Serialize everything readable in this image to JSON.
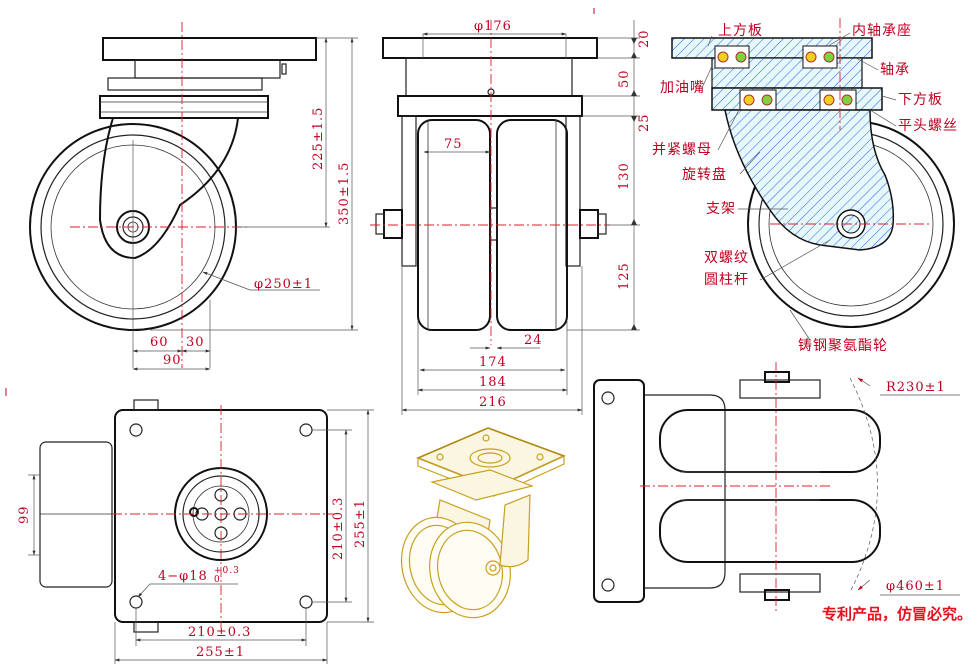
{
  "colors": {
    "dimension": "#c00020",
    "centerline": "#d8202a",
    "drawing": "#222222",
    "hatch": "#2a60e8",
    "render": "#c8a020",
    "patent": "#e8101c"
  },
  "front_view": {
    "dims": {
      "height_a": "225±1.5",
      "height_b": "350±1.5",
      "wheel_dia": "φ250±1",
      "offset_60": "60",
      "offset_30": "30",
      "offset_90": "90"
    }
  },
  "side_view": {
    "dims": {
      "top_width": "φ176",
      "h20": "20",
      "h50": "50",
      "h25": "25",
      "h130": "130",
      "h125": "125",
      "w75": "75",
      "w24": "24",
      "w174": "174",
      "w184": "184",
      "w216": "216"
    }
  },
  "section_view": {
    "labels": {
      "top_plate": "上方板",
      "inner_bearing_seat": "内轴承座",
      "grease_nipple": "加油嘴",
      "bearing": "轴承",
      "bottom_plate": "下方板",
      "flat_screw": "平头螺丝",
      "lock_nut": "并紧螺母",
      "swivel_plate": "旋转盘",
      "bracket": "支架",
      "double_thread": "双螺纹",
      "cylinder_rod": "圆柱杆",
      "wheel": "铸钢聚氨酯轮"
    }
  },
  "bottom_view": {
    "dims": {
      "w99": "99",
      "hole_spec": "4−φ18",
      "tol_upper": "+0.3",
      "tol_lower": "0",
      "h210": "210±0.3",
      "h255": "255±1",
      "w210": "210±0.3",
      "w255": "255±1"
    }
  },
  "top_view": {
    "dims": {
      "radius": "R230±1",
      "diameter": "φ460±1"
    }
  },
  "footer": {
    "patent_note": "专利产品，仿冒必究。"
  }
}
